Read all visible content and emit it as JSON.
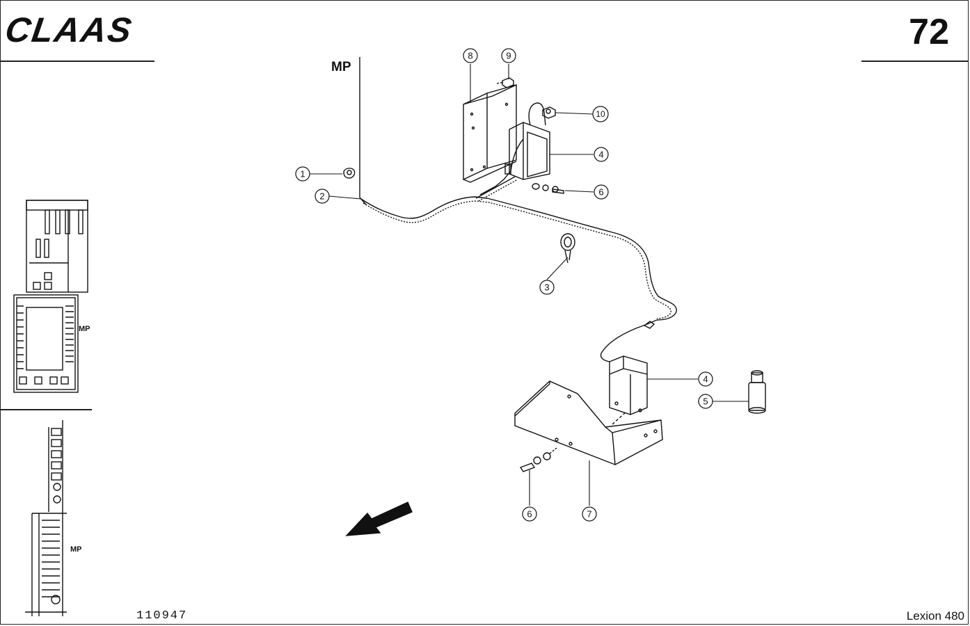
{
  "header": {
    "brand": "CLAAS",
    "page_number": "72"
  },
  "footer": {
    "drawing_number": "110947",
    "model": "Lexion 480"
  },
  "locator": {
    "mp_label_main": "MP",
    "mp_label_top_view": "MP",
    "mp_label_side_view": "MP"
  },
  "callouts": [
    {
      "number": "1"
    },
    {
      "number": "2"
    },
    {
      "number": "3"
    },
    {
      "number": "4"
    },
    {
      "number": "4"
    },
    {
      "number": "5"
    },
    {
      "number": "6"
    },
    {
      "number": "6"
    },
    {
      "number": "7"
    },
    {
      "number": "8"
    },
    {
      "number": "9"
    },
    {
      "number": "10"
    }
  ]
}
